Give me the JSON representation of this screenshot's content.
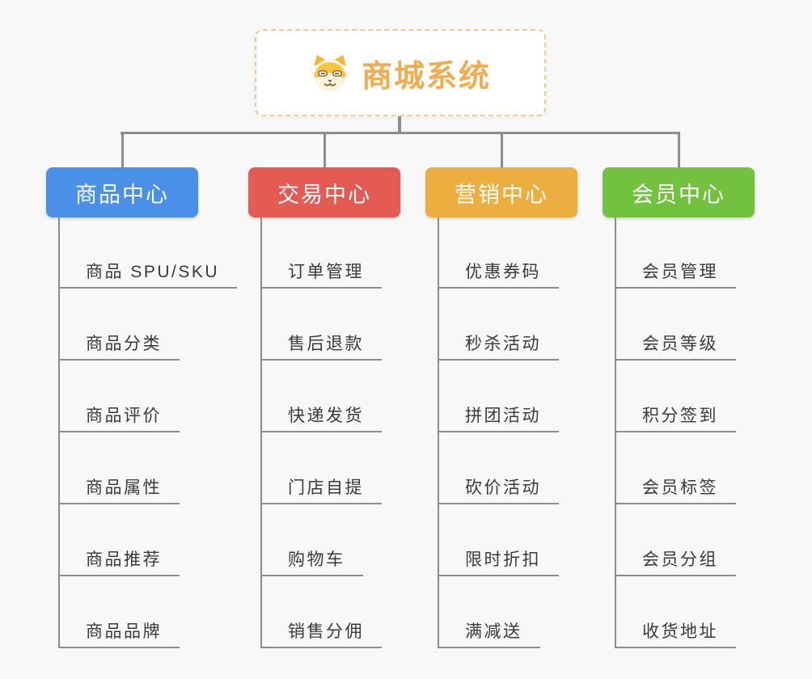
{
  "root": {
    "title": "商城系统",
    "icon": "shiba-dog-icon",
    "title_color": "#f0ad4e",
    "border_color": "#f5c98b"
  },
  "connector_color": "#8c8c8c",
  "branches": [
    {
      "label": "商品中心",
      "color": "#4a90e8",
      "children": [
        "商品 SPU/SKU",
        "商品分类",
        "商品评价",
        "商品属性",
        "商品推荐",
        "商品品牌"
      ]
    },
    {
      "label": "交易中心",
      "color": "#e45b54",
      "children": [
        "订单管理",
        "售后退款",
        "快递发货",
        "门店自提",
        "购物车",
        "销售分佣"
      ]
    },
    {
      "label": "营销中心",
      "color": "#ecae3e",
      "children": [
        "优惠券码",
        "秒杀活动",
        "拼团活动",
        "砍价活动",
        "限时折扣",
        "满减送"
      ]
    },
    {
      "label": "会员中心",
      "color": "#72c13f",
      "children": [
        "会员管理",
        "会员等级",
        "积分签到",
        "会员标签",
        "会员分组",
        "收货地址"
      ]
    }
  ]
}
